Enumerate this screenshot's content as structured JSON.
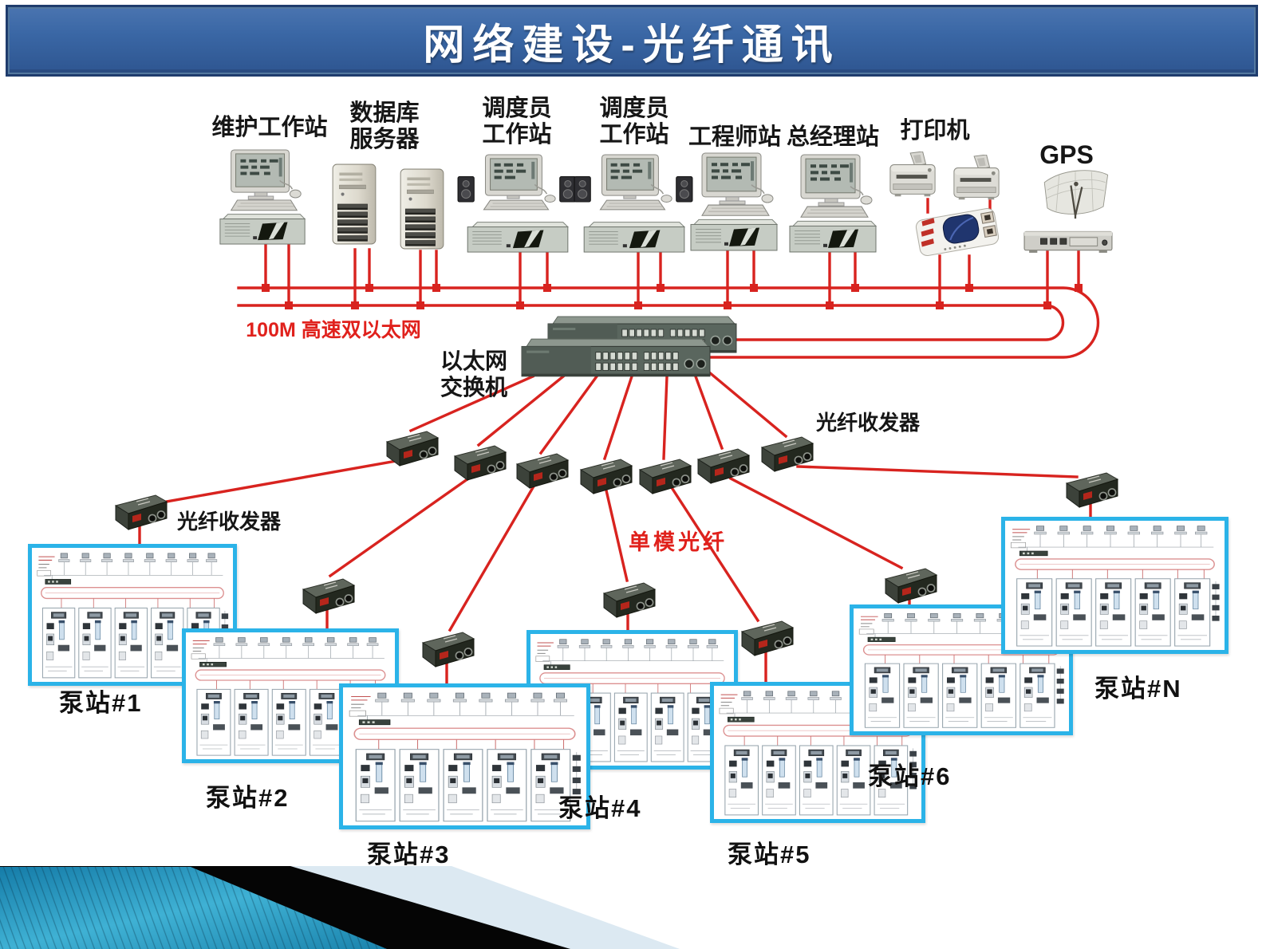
{
  "slide": {
    "title": "网络建设-光纤通讯"
  },
  "top_devices": [
    {
      "name": "maintenance-workstation",
      "label1": "维护工作站",
      "label2": ""
    },
    {
      "name": "database-server",
      "label1": "数据库",
      "label2": "服务器"
    },
    {
      "name": "dispatcher-workstation-1",
      "label1": "调度员",
      "label2": "工作站"
    },
    {
      "name": "dispatcher-workstation-2",
      "label1": "调度员",
      "label2": "工作站"
    },
    {
      "name": "engineer-station",
      "label1": "工程师站",
      "label2": ""
    },
    {
      "name": "general-manager-station",
      "label1": "总经理站",
      "label2": ""
    },
    {
      "name": "printer",
      "label1": "打印机",
      "label2": ""
    },
    {
      "name": "gps",
      "label1": "GPS",
      "label2": ""
    }
  ],
  "network": {
    "bus_label": "100M 高速双以太网",
    "switch_label_line1": "以太网",
    "switch_label_line2": "交换机",
    "fiber_transceiver_label_top": "光纤收发器",
    "fiber_transceiver_label_left": "光纤收发器",
    "single_mode_fiber_label": "单模光纤"
  },
  "pump_stations": [
    {
      "label": "泵站#1"
    },
    {
      "label": "泵站#2"
    },
    {
      "label": "泵站#3"
    },
    {
      "label": "泵站#4"
    },
    {
      "label": "泵站#5"
    },
    {
      "label": "泵站#6"
    },
    {
      "label": "泵站#N"
    }
  ],
  "colors": {
    "line_red": "#d8231f",
    "label_red": "#e0211c",
    "pump_border_cyan": "#2bb3e8",
    "banner_blue": "#3a67a5",
    "deco_teal": "#2a96bf"
  }
}
